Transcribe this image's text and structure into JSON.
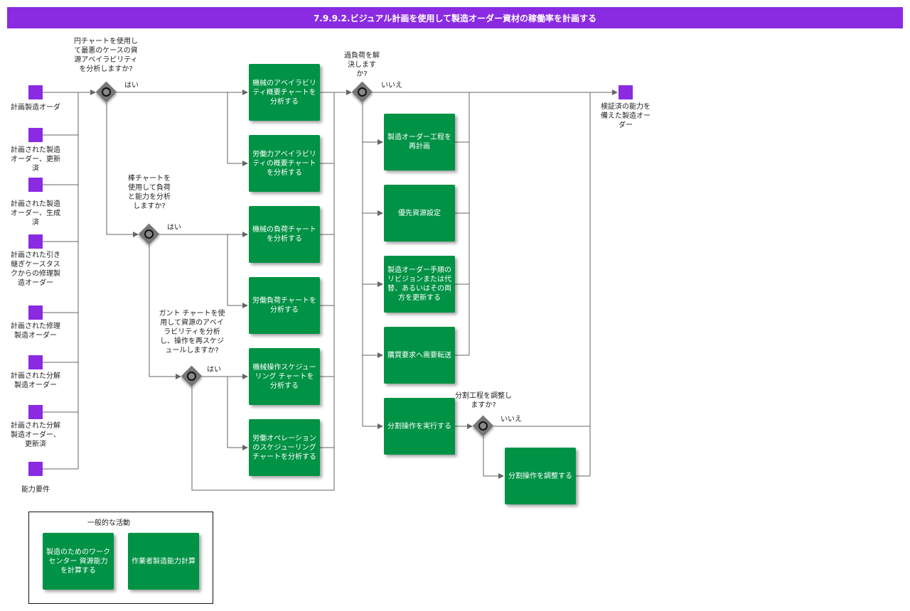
{
  "title": "7.9.9.2.ビジュアル計画を使用して製造オーダー資材の稼働率を計画する",
  "inputs": [
    "計画製造オーダ",
    "計画された製造オーダー、更新済",
    "計画された製造オーダー、生成済",
    "計画された引き 継ぎケースタス クからの修理製 造オーダー",
    "計画された修理製造オーダー",
    "計画された分解製造オーダー",
    "計画された分解製造オーダー、更新済",
    "能力要件"
  ],
  "gateways": {
    "pie": "円チャートを使用して最悪のケースの資源アベイラビリティを分析しますか?",
    "bar": "棒チャートを使用して負荷と能力を分析しますか?",
    "gantt": "ガント チャートを使用して資源のアベイラビリティを分析し、操作を再スケジュールしますか?",
    "overload": "過負荷を解決しますか?",
    "split": "分割工程を調整しますか?"
  },
  "edge_labels": {
    "yes1": "はい",
    "yes2": "はい",
    "yes3": "はい",
    "no1": "いいえ",
    "no2": "いいえ"
  },
  "activities": {
    "a1": "機械のアベイラビリティ概要チャートを分析する",
    "a2": "労働力アベイラビリティの概要チャートを分析する",
    "a3": "機械の負荷チャートを分析する",
    "a4": "労働負荷チャートを分析する",
    "a5": "機械操作スケジューリング チャートを分析する",
    "a6": "労働オペレーションのスケジューリング チャートを分析する",
    "b1": "製造オーダー工程を再計画",
    "b2": "優先資源設定",
    "b3": "製造オーダー手順のリビジョンまたは代替、あるいはその両方を更新する",
    "b4": "購買要求へ需要転送",
    "b5": "分割操作を実行する",
    "b6": "分割操作を調整する"
  },
  "output": "検証済の能力を備えた製造オーダー",
  "legend": {
    "title": "一般的な活動",
    "items": [
      "製造のためのワーク センター 資源能力を計算する",
      "作業者製造能力計算"
    ]
  },
  "colors": {
    "header": "#8a2be2",
    "event": "#8a2be2",
    "activity": "#009245",
    "gateway": "#777777",
    "line": "#666666"
  }
}
